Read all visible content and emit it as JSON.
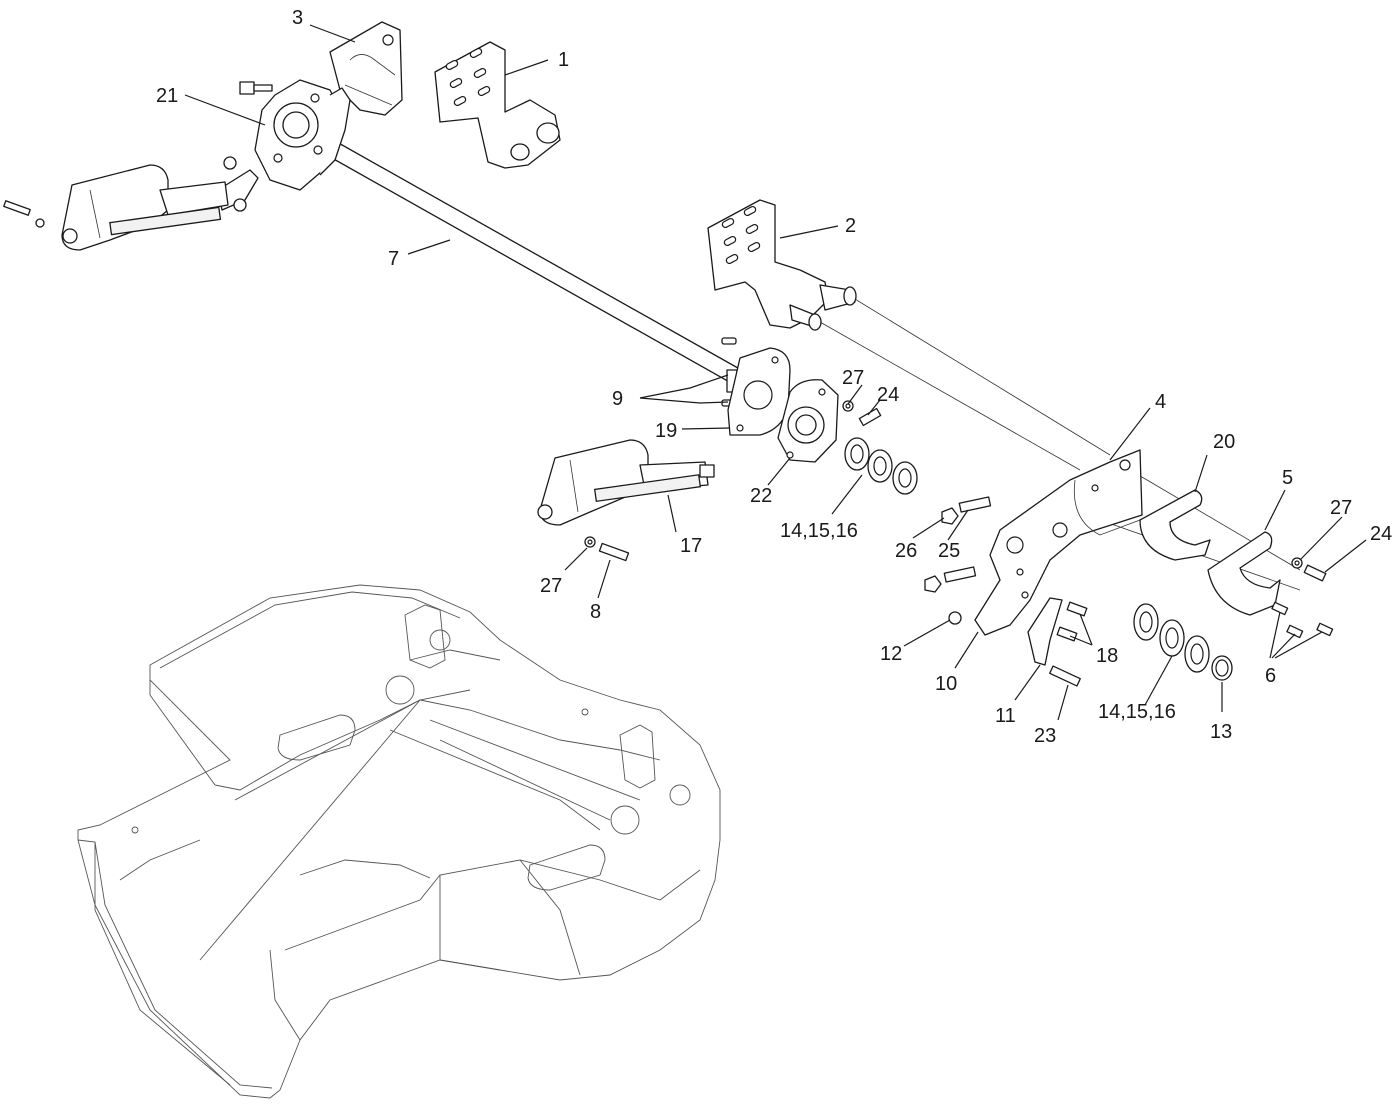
{
  "callouts": {
    "c1": "1",
    "c2": "2",
    "c3": "3",
    "c4": "4",
    "c5": "5",
    "c6": "6",
    "c7": "7",
    "c8": "8",
    "c9": "9",
    "c10": "10",
    "c11": "11",
    "c12": "12",
    "c13": "13",
    "c14a": "14,15,16",
    "c14b": "14,15,16",
    "c17": "17",
    "c18": "18",
    "c19": "19",
    "c20": "20",
    "c21": "21",
    "c22": "22",
    "c23": "23",
    "c24a": "24",
    "c24b": "24",
    "c25": "25",
    "c26": "26",
    "c27a": "27",
    "c27b": "27",
    "c27c": "27"
  }
}
